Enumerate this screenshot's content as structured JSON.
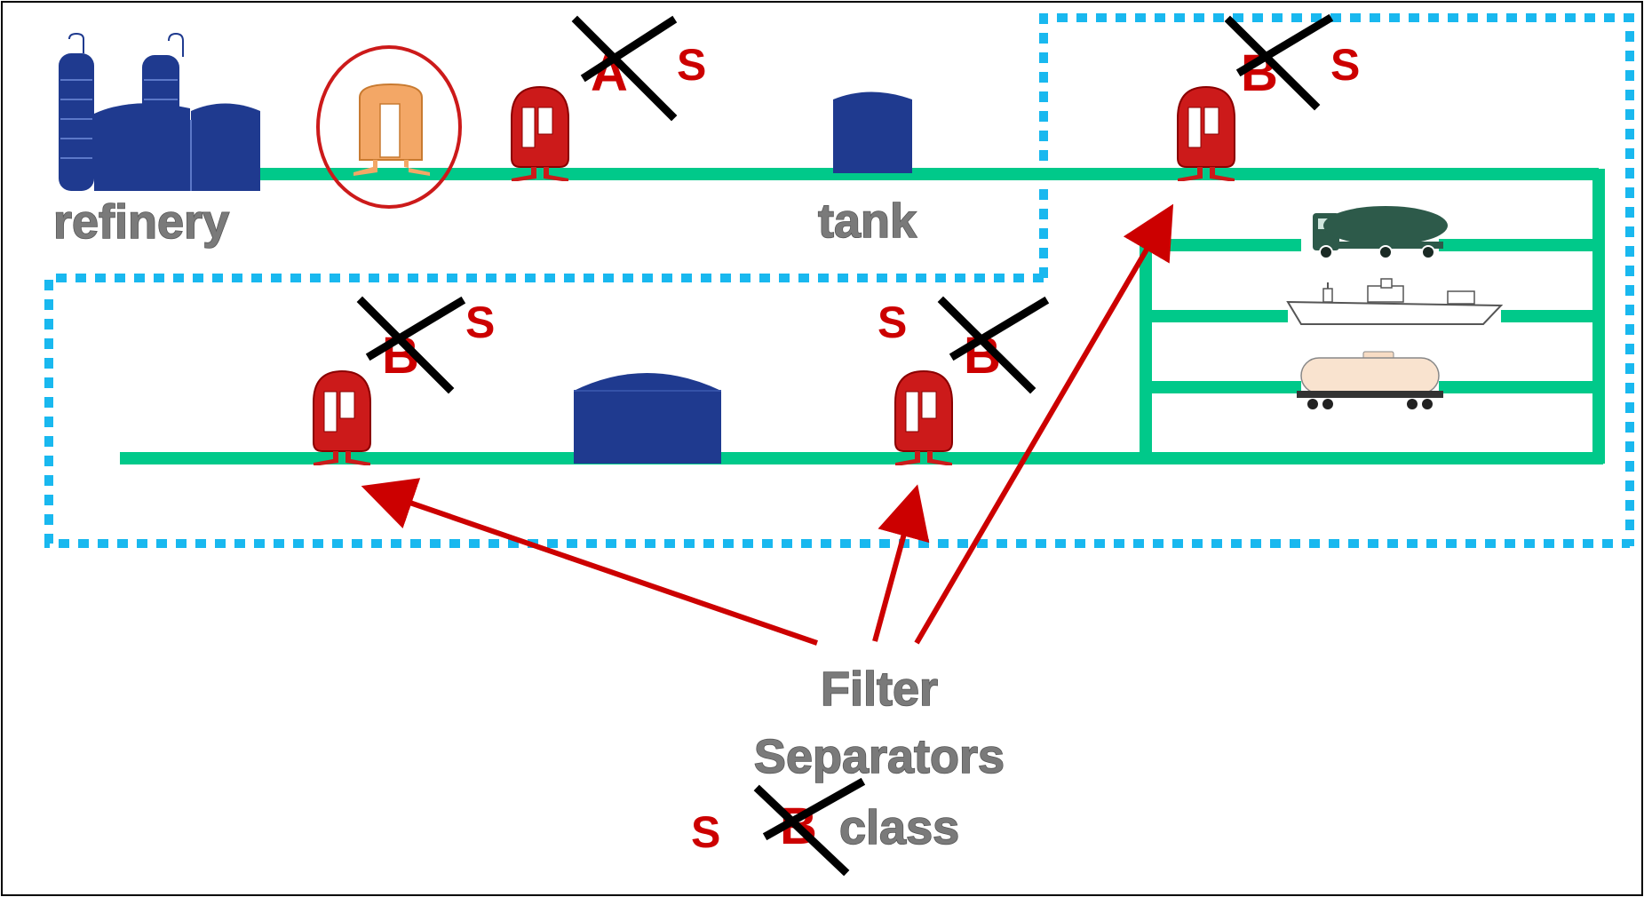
{
  "labels": {
    "refinery": "refinery",
    "tank": "tank",
    "caption_line1": "Filter",
    "caption_line2": "Separators",
    "caption_class": "class",
    "caption_s": "S",
    "caption_crossed": "B"
  },
  "markers": [
    {
      "id": "marker-a",
      "letter": "A",
      "suffix": "S"
    },
    {
      "id": "marker-b-top",
      "letter": "B",
      "suffix": "S"
    },
    {
      "id": "marker-b-left",
      "letter": "B",
      "suffix": "S"
    },
    {
      "id": "marker-b-mid",
      "prefix": "S",
      "letter": "B"
    }
  ],
  "colors": {
    "pipe": "#00c98a",
    "boundary": "#19b8ef",
    "filter_red": "#cc1a1a",
    "tank_blue": "#1f3a8f",
    "highlight_filter": "#f0a060",
    "arrow": "#cc0000",
    "cross": "#000000"
  },
  "icons": [
    "refinery-icon",
    "filter-separator-icon",
    "storage-tank-icon",
    "tanker-truck-icon",
    "tanker-ship-icon",
    "rail-tank-car-icon"
  ]
}
